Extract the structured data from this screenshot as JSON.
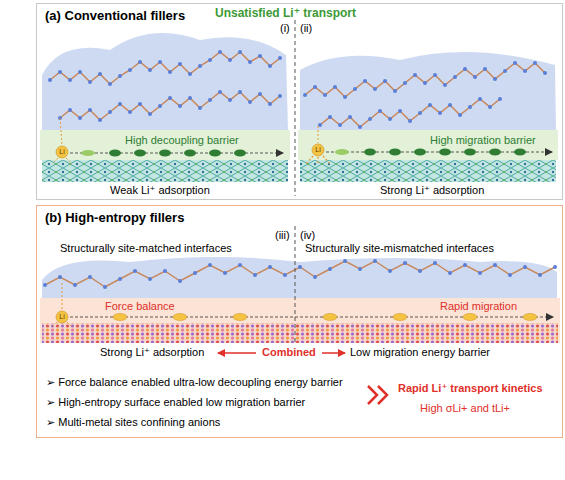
{
  "diagram": {
    "nodes": [
      {
        "text": [
          "(a) Conventional fillers"
        ]
      },
      {
        "text": [
          "(b) High-entropy fillers"
        ]
      }
    ],
    "labels": [
      "Unsatisfied Li⁺ transport",
      "(i)",
      "(ii)",
      "High decoupling barrier",
      "High migration barrier",
      "Weak Li⁺ adsorption",
      "Strong Li⁺ adsorption",
      "(iii)",
      "(iv)",
      "Structurally site-matched interfaces",
      "Structurally site-mismatched interfaces",
      "Force balance",
      "Rapid migration",
      "Strong Li⁺ adsorption",
      "Combined",
      "Low migration energy barrier",
      "➢ Force balance enabled ultra-low decoupling energy barrier",
      "➢ High-entropy surface enabled low migration barrier",
      "➢ Multi-metal sites confining anions",
      "Rapid Li⁺ transport kinetics",
      "High σLi+ and tLi+",
      "Li",
      "Li",
      "Li"
    ]
  }
}
